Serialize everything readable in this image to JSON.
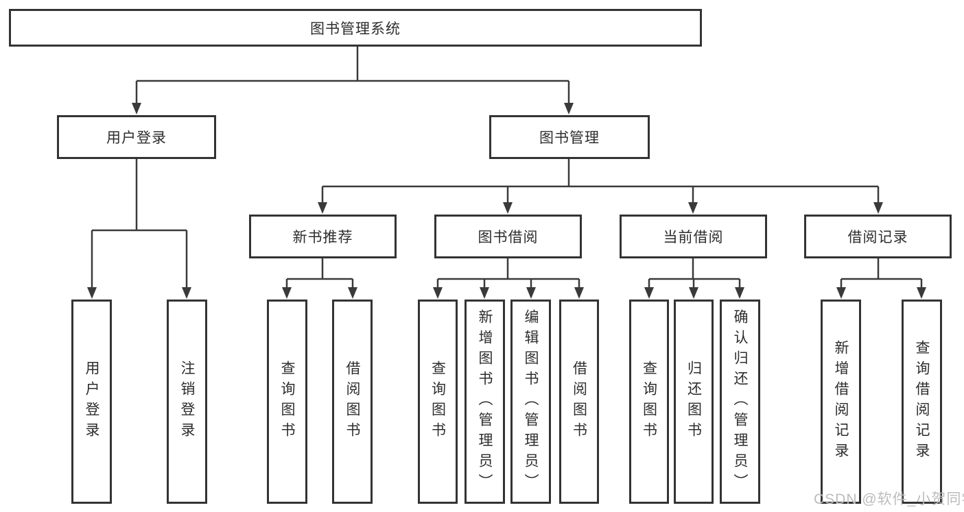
{
  "tree": {
    "label": "图书管理系统",
    "children": [
      {
        "label": "用户登录",
        "children": [
          {
            "label": "用户登录"
          },
          {
            "label": "注销登录"
          }
        ]
      },
      {
        "label": "图书管理",
        "children": [
          {
            "label": "新书推荐",
            "children": [
              {
                "label": "查询图书"
              },
              {
                "label": "借阅图书"
              }
            ]
          },
          {
            "label": "图书借阅",
            "children": [
              {
                "label": "查询图书"
              },
              {
                "label": "新增图书（管理员）"
              },
              {
                "label": "编辑图书（管理员）"
              },
              {
                "label": "借阅图书"
              }
            ]
          },
          {
            "label": "当前借阅",
            "children": [
              {
                "label": "查询图书"
              },
              {
                "label": "归还图书"
              },
              {
                "label": "确认归还（管理员）"
              }
            ]
          },
          {
            "label": "借阅记录",
            "children": [
              {
                "label": "新增借阅记录"
              },
              {
                "label": "查询借阅记录"
              }
            ]
          }
        ]
      }
    ]
  },
  "watermark": {
    "text": "CSDN @软件_小贺同学"
  },
  "colors": {
    "background": "#ffffff",
    "box_border": "#333333",
    "line": "#3a3a3a",
    "text": "#2d2d2d",
    "watermark": "#bcbcbc"
  }
}
